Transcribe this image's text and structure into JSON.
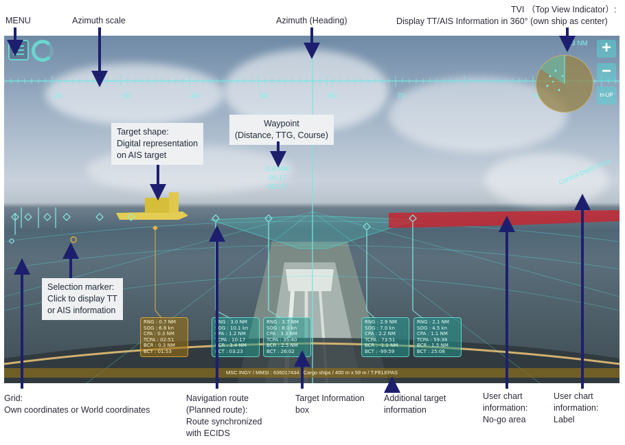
{
  "annotations": {
    "menu": "MENU",
    "azimuth_scale": "Azimuth scale",
    "azimuth_heading": "Azimuth (Heading)",
    "tvi_line1": "TVI （Top View Indicator）:",
    "tvi_line2": "Display TT/AIS Information in 360° (own ship as center)",
    "target_shape": [
      "Target shape:",
      "Digital representation",
      "on AIS target"
    ],
    "waypoint": [
      "Waypoint",
      "(Distance, TTG, Course)"
    ],
    "selection_marker": [
      "Selection marker:",
      "Click to display TT",
      "or AIS information"
    ],
    "grid": [
      "Grid:",
      "Own coordinates or World coordinates"
    ],
    "navigation_route": [
      "Navigation route",
      "(Planned route):",
      "Route synchronized",
      "with ECIDS"
    ],
    "target_info_box": [
      "Target Information",
      "box"
    ],
    "additional_target": [
      "Additional target",
      "information"
    ],
    "user_chart_nogo": [
      "User chart",
      "information:",
      "No-go area"
    ],
    "user_chart_label": [
      "User chart",
      "information:",
      "Label"
    ]
  },
  "hud": {
    "azimuth_ticks": [
      "20",
      "30",
      "40",
      "50",
      "60",
      "70",
      "90"
    ],
    "waypoint_values": [
      "0.6 NM",
      "06:17",
      "067.5°"
    ],
    "tvi_range": "3 NM",
    "zoom_in": "+",
    "zoom_out": "−",
    "hup": "H-UP",
    "chart_label": "Control Depth Area",
    "status_bar": "MSC INGY  /  MMSI : 636017434  /  Cargo ships  /  400 m x 59 m  /  T.PELEPAS",
    "target_boxes": [
      {
        "style": "orange",
        "lines": [
          "RNG : 0.7 NM",
          "SOG : 6.8 kn",
          "CPA : 0.3 NM",
          "TCPA : 02:51",
          "BCR : 0.3 NM",
          "BCT : 01:53"
        ]
      },
      {
        "style": "teal",
        "lines": [
          "RNG : 3.0 NM",
          "SOG : 10.1 kn",
          "CPA : 1.2 NM",
          "TCPA : 10:17",
          "BCR : 3.4 NM",
          "BCT : 03:23"
        ]
      },
      {
        "style": "teal",
        "lines": [
          "RNG : 3.7 NM",
          "SOG : 8.0 kn",
          "CPA : 3.3 NM",
          "TCPA : 35:40",
          "BCR : 2.5 NM",
          "BCT : 26:02"
        ]
      },
      {
        "style": "teal",
        "lines": [
          "RNG : 2.9 NM",
          "SOG : 7.0 kn",
          "CPA : 2.2 NM",
          "TCPA : 73:51",
          "BCR : -1.1 NM",
          "BCT : -99:59"
        ]
      },
      {
        "style": "teal",
        "lines": [
          "RNG : 2.1 NM",
          "SOG : 4.5 kn",
          "CPA : 1.1 NM",
          "TCPA : 59:38",
          "BCR : 1.5 NM",
          "BCT : 25:08"
        ]
      }
    ]
  }
}
